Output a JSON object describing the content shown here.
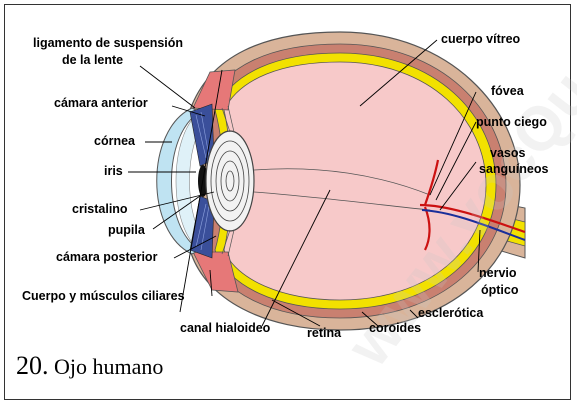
{
  "caption": {
    "number": "20.",
    "title": "Ojo humano"
  },
  "watermark": "www.vocQu",
  "labels": {
    "ligamento": [
      "ligamento de suspensión",
      "de la lente"
    ],
    "camara_anterior": "cámara anterior",
    "cornea": "córnea",
    "iris": "iris",
    "cristalino": "cristalino",
    "pupila": "pupila",
    "camara_posterior": "cámara posterior",
    "musculos_ciliares": "Cuerpo y músculos ciliares",
    "canal_hialoideo": "canal hialoideo",
    "retina": "retina",
    "coroides": "coroides",
    "esclerotica": "esclerótica",
    "cuerpo_vitreo": "cuerpo vítreo",
    "fovea": "fóvea",
    "punto_ciego": "punto ciego",
    "vasos": [
      "vasos",
      "sanguíneos"
    ],
    "nervio": [
      "nervio",
      "óptico"
    ]
  },
  "colors": {
    "sclera": "#d9b49a",
    "choroid": "#c98070",
    "retina": "#f2e100",
    "vitreous": "#f7c9c9",
    "cornea": "#bfe3f2",
    "iris": "#3a4f9a",
    "lens": "#f2f2f2",
    "ciliary": "#e67878",
    "vessel_red": "#cc1111",
    "vessel_blue": "#1a2f9a"
  }
}
